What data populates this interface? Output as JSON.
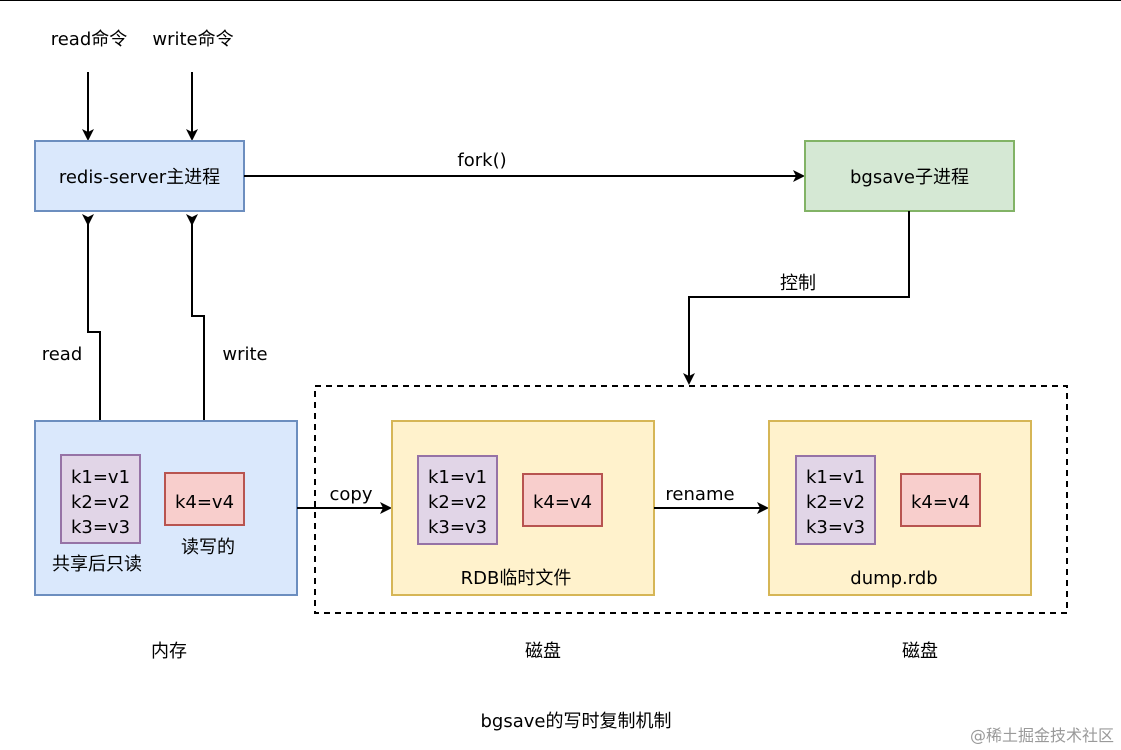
{
  "commands": {
    "read_cmd": "read命令",
    "write_cmd": "write命令"
  },
  "nodes": {
    "main_process": "redis-server主进程",
    "child_process": "bgsave子进程"
  },
  "edges": {
    "fork": "fork()",
    "control": "控制",
    "read": "read",
    "write": "write",
    "copy": "copy",
    "rename": "rename"
  },
  "memory": {
    "shared_kv": [
      "k1=v1",
      "k2=v2",
      "k3=v3"
    ],
    "shared_label": "共享后只读",
    "rw_kv": "k4=v4",
    "rw_label": "读写的",
    "caption": "内存"
  },
  "temp_file": {
    "kv": [
      "k1=v1",
      "k2=v2",
      "k3=v3"
    ],
    "kv4": "k4=v4",
    "label": "RDB临时文件",
    "caption": "磁盘"
  },
  "dump_file": {
    "kv": [
      "k1=v1",
      "k2=v2",
      "k3=v3"
    ],
    "kv4": "k4=v4",
    "label": "dump.rdb",
    "caption": "磁盘"
  },
  "title": "bgsave的写时复制机制",
  "watermark": "@稀土掘金技术社区",
  "colors": {
    "blue_fill": "#dae8fc",
    "blue_stroke": "#6c8ebf",
    "green_fill": "#d5e8d4",
    "green_stroke": "#82b366",
    "yellow_fill": "#fff2cc",
    "yellow_stroke": "#d6b656",
    "purple_fill": "#e1d5e7",
    "purple_stroke": "#9673a6",
    "red_fill": "#f8cecc",
    "red_stroke": "#b85450"
  }
}
